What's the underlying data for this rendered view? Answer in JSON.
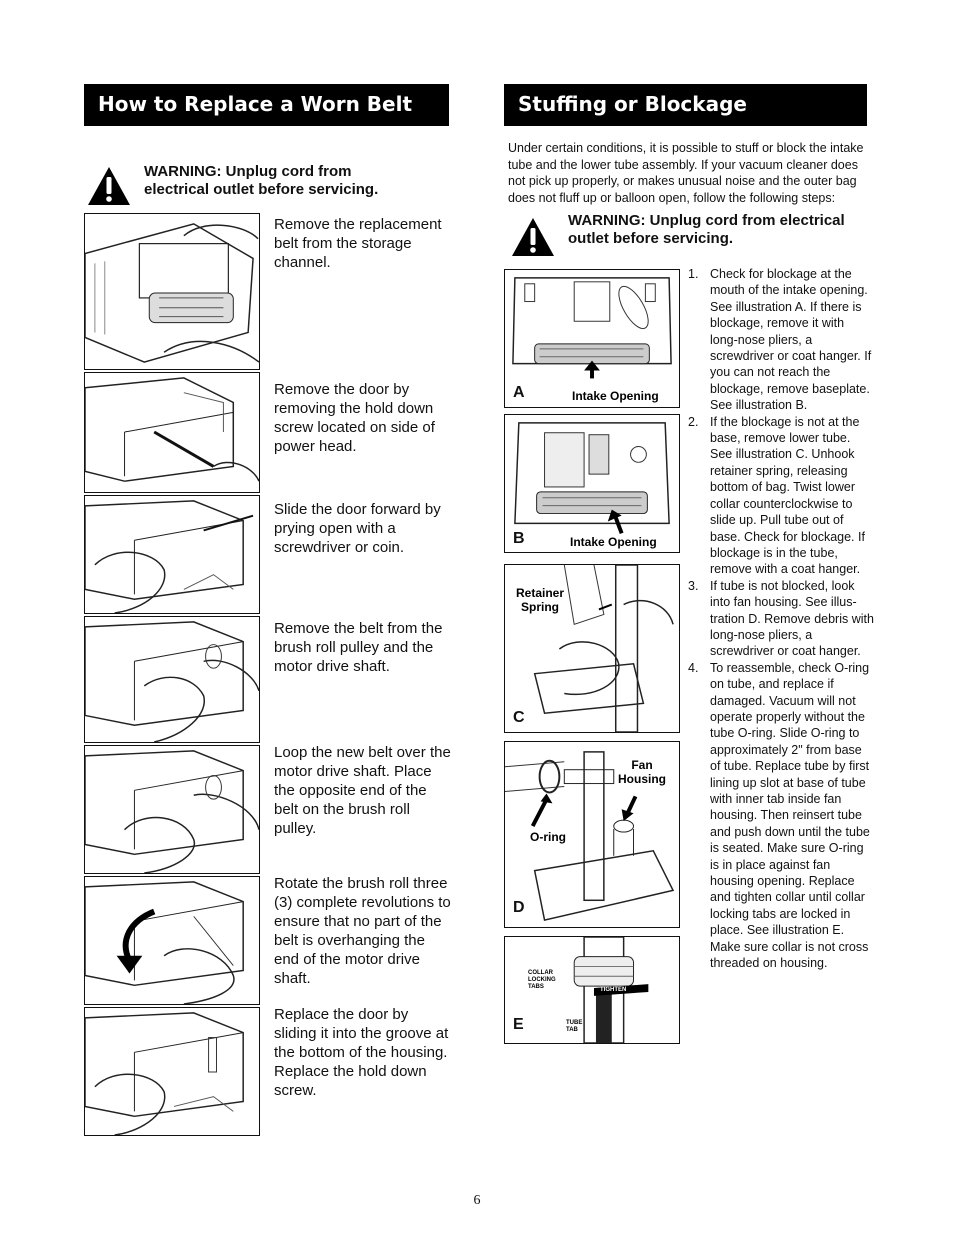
{
  "left": {
    "title": "How to Replace a Worn Belt",
    "warning": "WARNING: Unplug cord from electrical outlet before servicing.",
    "steps": [
      "Remove the replacement belt from the storage channel.",
      "Remove the door by removing the hold down screw located on side of power head.",
      "Slide the door forward by prying open with a screwdriver or coin.",
      "Remove the belt from the brush roll pulley and the motor drive shaft.",
      "Loop the new belt over the motor drive shaft. Place the opposite end of the belt on the brush roll pulley.",
      "Rotate the brush roll three (3) complete revolutions to ensure that no part of the belt is overhanging the end of the motor drive shaft.",
      "Replace the door by sliding it into the groove at the bottom of the housing. Replace the hold down screw."
    ]
  },
  "right": {
    "title": "Stuffing or Blockage",
    "intro": "Under certain conditions, it is possible to stuff or block the intake tube and the lower tube assembly. If your vacuum cleaner does not pick up properly, or makes unusual noise and the outer bag does not fluff up or balloon open, follow the following steps:",
    "warning": "WARNING: Unplug cord from electrical outlet before servicing.",
    "illustrations": {
      "a": {
        "letter": "A",
        "label": "Intake Opening"
      },
      "b": {
        "letter": "B",
        "label": "Intake Opening"
      },
      "c": {
        "letter": "C",
        "label": "Retainer Spring"
      },
      "d": {
        "letter": "D",
        "label_fan": "Fan Housing",
        "label_oring": "O-ring"
      },
      "e": {
        "letter": "E",
        "label_collar": "COLLAR LOCKING TABS",
        "label_tighten": "TIGHTEN",
        "label_tube": "TUBE TAB"
      }
    },
    "steps": [
      {
        "num": "1.",
        "text": "Check for blockage at the mouth of the intake opening. See illustration A. If there is blockage, remove it with long-nose pliers, a screwdriver or coat hanger. If you can not reach the blockage, remove baseplate. See illustration B."
      },
      {
        "num": "2.",
        "text": "If the blockage is not at the base, remove lower tube. See illustration C. Unhook retainer spring, releasing bottom of bag. Twist lower collar counterclockwise to slide up. Pull tube out of base. Check for blockage. If blockage is in the tube, remove with a coat hanger."
      },
      {
        "num": "3.",
        "text": "If tube is not blocked, look into fan housing. See illus-tration D. Remove debris with long-nose pliers, a screwdriver or coat hanger."
      },
      {
        "num": "4.",
        "text": "To reassemble, check O-ring on tube, and replace if damaged. Vacuum will not operate properly without the tube O-ring. Slide O-ring to approximately 2\" from base of tube. Replace tube by first lining up slot at base of tube with inner tab inside fan housing. Then reinsert tube and push down until the tube is seated. Make sure O-ring is in place against fan housing opening. Replace and tighten collar until collar locking tabs are locked in place. See illustration E. Make sure collar is not cross threaded on housing."
      }
    ]
  },
  "page_number": "6"
}
